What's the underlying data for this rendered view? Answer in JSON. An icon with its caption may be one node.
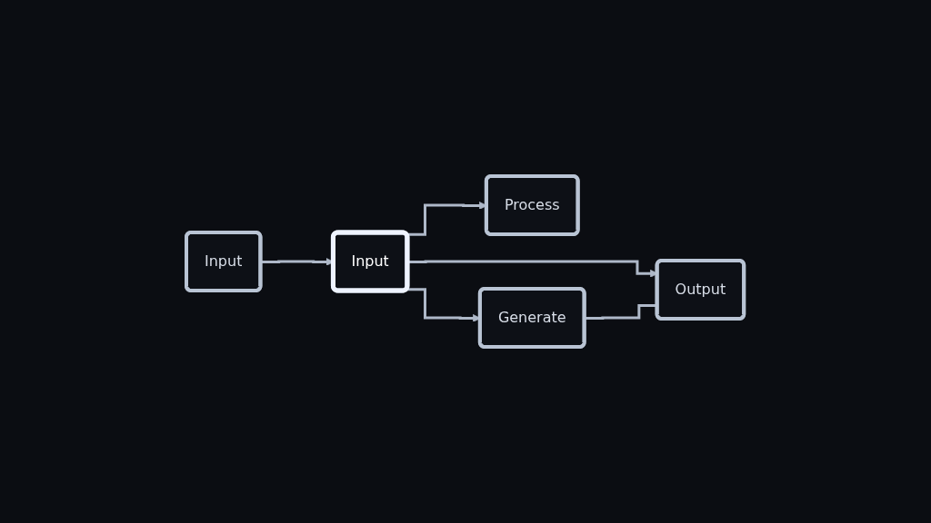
{
  "diagram": {
    "nodes": [
      {
        "text": [
          "Input"
        ]
      },
      {
        "text": [
          "Input"
        ]
      },
      {
        "text": [
          "Process"
        ]
      },
      {
        "text": [
          "Generate"
        ]
      },
      {
        "text": [
          "Output"
        ]
      }
    ],
    "edges": [
      {
        "from": 0,
        "to": 1,
        "arrow": "to"
      },
      {
        "from": 1,
        "to": 2,
        "arrow": "to"
      },
      {
        "from": 1,
        "to": 3,
        "arrow": "to"
      },
      {
        "from": 1,
        "to": 4,
        "arrow": "to"
      },
      {
        "from": 3,
        "to": 4,
        "arrow": "none"
      }
    ]
  }
}
